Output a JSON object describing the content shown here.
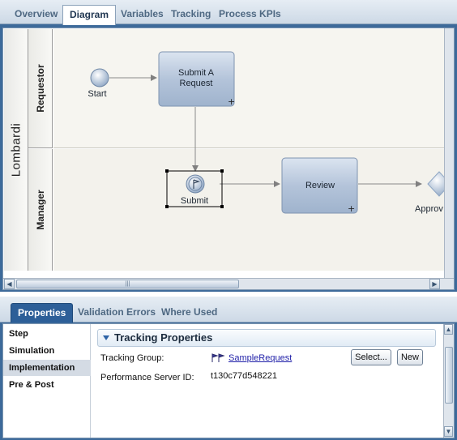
{
  "editor": {
    "tabs": [
      {
        "label": "Overview",
        "active": false
      },
      {
        "label": "Diagram",
        "active": true
      },
      {
        "label": "Variables",
        "active": false
      },
      {
        "label": "Tracking",
        "active": false
      },
      {
        "label": "Process KPIs",
        "active": false
      }
    ]
  },
  "diagram": {
    "pool": "Lombardi",
    "lanes": [
      "Requestor",
      "Manager"
    ],
    "nodes": {
      "start": "Start",
      "submit_request_line1": "Submit A",
      "submit_request_line2": "Request",
      "submit_event": "Submit",
      "review": "Review",
      "approve": "Approv"
    }
  },
  "properties": {
    "tabs": [
      {
        "label": "Properties",
        "active": true
      },
      {
        "label": "Validation Errors",
        "active": false
      },
      {
        "label": "Where Used",
        "active": false
      }
    ],
    "categories": [
      "Step",
      "Simulation",
      "Implementation",
      "Pre & Post"
    ],
    "active_category": "Implementation",
    "section_title": "Tracking Properties",
    "tracking_group_label": "Tracking Group:",
    "tracking_group_value": "SampleRequest",
    "select_button": "Select...",
    "new_button": "New",
    "performance_label": "Performance Server ID:",
    "performance_value": "t130c77d548221"
  },
  "colors": {
    "frame": "#3d6a9a",
    "activity_fill": "#aebfd6",
    "selection": "#000000"
  }
}
